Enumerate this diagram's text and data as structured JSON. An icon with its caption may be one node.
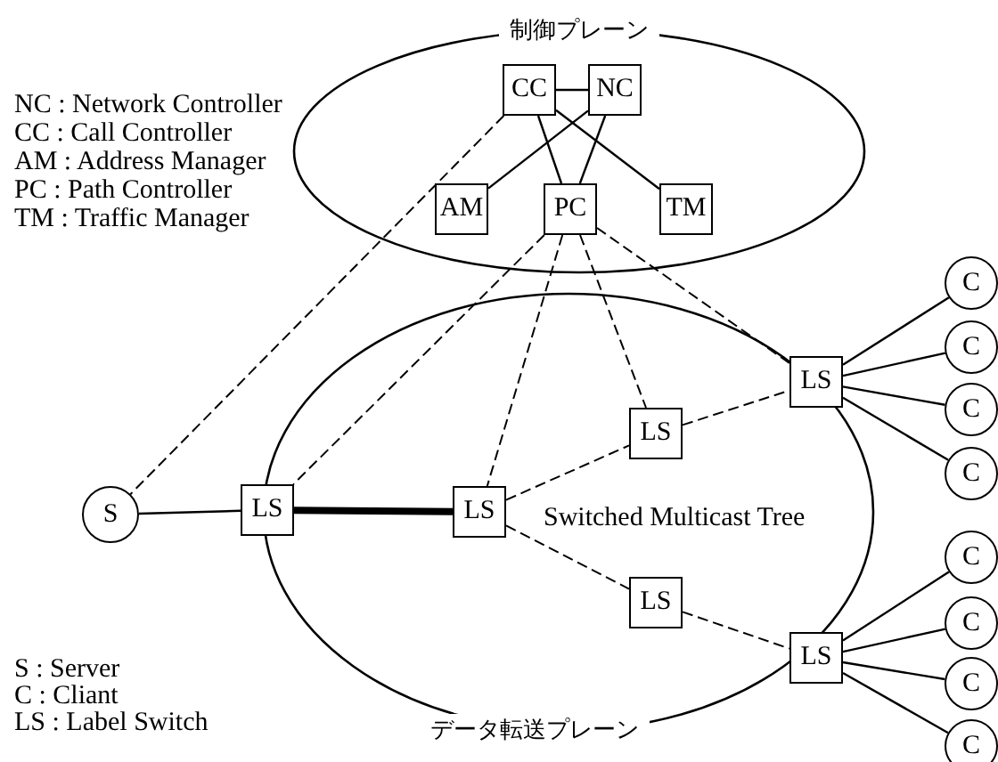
{
  "diagram": {
    "nodes": [
      {
        "text": [
          "制御プレーン"
        ]
      },
      {
        "text": [
          "CC"
        ],
        "in": 0
      },
      {
        "text": [
          "NC"
        ],
        "in": 0
      },
      {
        "text": [
          "AM"
        ],
        "in": 0
      },
      {
        "text": [
          "PC"
        ],
        "in": 0
      },
      {
        "text": [
          "TM"
        ],
        "in": 0
      },
      {
        "text": [
          "データ転送プレーン"
        ]
      },
      {
        "text": [
          "S"
        ]
      },
      {
        "text": [
          "LS"
        ]
      },
      {
        "text": [
          "LS"
        ],
        "in": 6
      },
      {
        "text": [
          "LS"
        ],
        "in": 6
      },
      {
        "text": [
          "LS"
        ]
      },
      {
        "text": [
          "LS"
        ],
        "in": 6
      },
      {
        "text": [
          "LS"
        ]
      },
      {
        "text": [
          "C"
        ]
      },
      {
        "text": [
          "C"
        ]
      },
      {
        "text": [
          "C"
        ]
      },
      {
        "text": [
          "C"
        ]
      },
      {
        "text": [
          "C"
        ]
      },
      {
        "text": [
          "C"
        ]
      },
      {
        "text": [
          "C"
        ]
      },
      {
        "text": [
          "C"
        ]
      }
    ],
    "edges": [
      {
        "from": 1,
        "to": 2,
        "arrow": "none"
      },
      {
        "from": 1,
        "to": 4,
        "arrow": "none"
      },
      {
        "from": 1,
        "to": 5,
        "arrow": "none"
      },
      {
        "from": 2,
        "to": 3,
        "arrow": "none"
      },
      {
        "from": 2,
        "to": 4,
        "arrow": "none"
      },
      {
        "from": 1,
        "to": 7,
        "arrow": "none",
        "style": "dashed"
      },
      {
        "from": 4,
        "to": 8,
        "arrow": "none",
        "style": "dashed"
      },
      {
        "from": 4,
        "to": 9,
        "arrow": "none",
        "style": "dashed"
      },
      {
        "from": 4,
        "to": 10,
        "arrow": "none",
        "style": "dashed"
      },
      {
        "from": 4,
        "to": 11,
        "arrow": "none",
        "style": "dashed"
      },
      {
        "from": 7,
        "to": 8,
        "arrow": "none"
      },
      {
        "from": 8,
        "to": 9,
        "arrow": "none",
        "style": "thick"
      },
      {
        "from": 9,
        "to": 10,
        "arrow": "none",
        "style": "dashed"
      },
      {
        "from": 10,
        "to": 11,
        "arrow": "none",
        "style": "dashed"
      },
      {
        "from": 9,
        "to": 12,
        "arrow": "none",
        "style": "dashed"
      },
      {
        "from": 12,
        "to": 13,
        "arrow": "none",
        "style": "dashed"
      },
      {
        "from": 11,
        "to": 14,
        "arrow": "none"
      },
      {
        "from": 11,
        "to": 15,
        "arrow": "none"
      },
      {
        "from": 11,
        "to": 16,
        "arrow": "none"
      },
      {
        "from": 11,
        "to": 17,
        "arrow": "none"
      },
      {
        "from": 13,
        "to": 18,
        "arrow": "none"
      },
      {
        "from": 13,
        "to": 19,
        "arrow": "none"
      },
      {
        "from": 13,
        "to": 20,
        "arrow": "none"
      },
      {
        "from": 13,
        "to": 21,
        "arrow": "none"
      }
    ],
    "labels": [
      "NC : Network Controller",
      "CC : Call Controller",
      "AM : Address Manager",
      "PC : Path Controller",
      "TM : Traffic Manager",
      "Switched Multicast Tree",
      "S : Server",
      "C : Cliant",
      "LS : Label Switch"
    ]
  }
}
